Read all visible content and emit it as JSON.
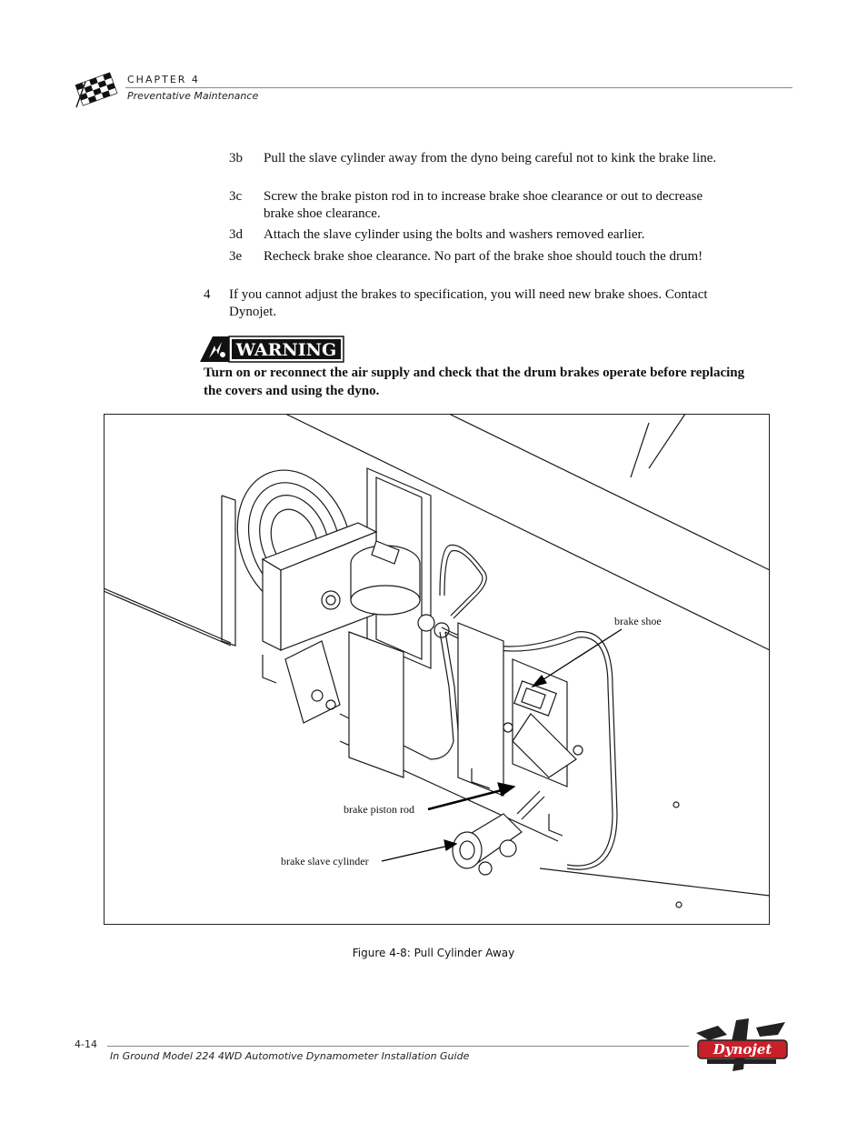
{
  "header": {
    "chapter": "CHAPTER 4",
    "section": "Preventative Maintenance"
  },
  "steps": [
    {
      "num": "3b",
      "text": "Pull the slave cylinder away from the dyno being careful not to kink the brake line."
    },
    {
      "num": "3c",
      "text": "Screw the brake piston rod in to increase brake shoe clearance or out to decrease brake shoe clearance."
    },
    {
      "num": "3d",
      "text": "Attach the slave cylinder using the bolts and washers removed earlier."
    },
    {
      "num": "3e",
      "text": "Recheck brake shoe clearance. No part of the brake shoe should touch the drum!"
    },
    {
      "num": "4",
      "text": "If you cannot adjust the brakes to specification, you will need new brake shoes. Contact Dynojet."
    }
  ],
  "warning": {
    "badge_label": "WARNING",
    "text": "Turn on or reconnect the air supply and check that the drum brakes operate before replacing the covers and using the dyno."
  },
  "figure": {
    "callouts": {
      "brake_shoe": "brake shoe",
      "brake_piston_rod": "brake piston rod",
      "brake_slave_cylinder": "brake slave cylinder"
    },
    "caption": "Figure 4-8: Pull Cylinder Away"
  },
  "footer": {
    "page_number": "4-14",
    "title": "In Ground Model 224 4WD Automotive Dynamometer Installation Guide",
    "logo_text": "Dynojet"
  },
  "colors": {
    "rule": "#888888",
    "logo_red": "#c8202a"
  }
}
